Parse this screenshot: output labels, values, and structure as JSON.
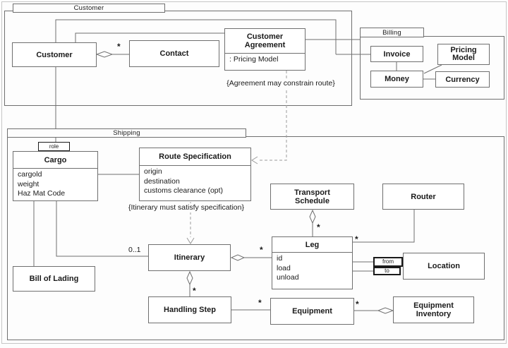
{
  "packages": {
    "customer": {
      "label": "Customer"
    },
    "billing": {
      "label": "Billing"
    },
    "shipping": {
      "label": "Shipping"
    }
  },
  "classes": {
    "customer": {
      "name": "Customer"
    },
    "contact": {
      "name": "Contact"
    },
    "customer_agreement": {
      "name": "Customer\nAgreement",
      "attrs": [
        ": Pricing Model"
      ]
    },
    "invoice": {
      "name": "Invoice"
    },
    "pricing_model": {
      "name": "Pricing\nModel"
    },
    "money": {
      "name": "Money"
    },
    "currency": {
      "name": "Currency"
    },
    "cargo": {
      "name": "Cargo",
      "attrs": [
        "cargold",
        "weight",
        "Haz Mat Code"
      ]
    },
    "route_specification": {
      "name": "Route Specification",
      "attrs": [
        "origin",
        "destination",
        "customs clearance (opt)"
      ]
    },
    "transport_schedule": {
      "name": "Transport\nSchedule"
    },
    "router": {
      "name": "Router"
    },
    "leg": {
      "name": "Leg",
      "attrs": [
        "id",
        "load",
        "unload"
      ]
    },
    "location": {
      "name": "Location"
    },
    "itinerary": {
      "name": "Itinerary"
    },
    "bill_of_lading": {
      "name": "Bill of Lading"
    },
    "handling_step": {
      "name": "Handling Step"
    },
    "equipment": {
      "name": "Equipment"
    },
    "equipment_inventory": {
      "name": "Equipment\nInventory"
    }
  },
  "notes": {
    "agreement_constraint": "{Agreement may constrain route}",
    "itinerary_constraint": "{Itinerary must satisfy specification}"
  },
  "labels": {
    "role": "role",
    "from": "from",
    "to": "to",
    "mult_customer_contact": "*",
    "mult_cargo_itinerary": "0..1",
    "mult_itinerary_leg": "*",
    "mult_schedule_leg": "*",
    "mult_router_leg": "*",
    "mult_itinerary_handling": "*",
    "mult_handling_equipment": "*",
    "mult_equipment_inventory": "*"
  },
  "colors": {
    "line": "#6f6f6f",
    "dashed_line": "#9a9a9a",
    "text": "#1a1a1a",
    "box_fill": "#ffffff",
    "bold_border": "#1a1a1a",
    "background": "#fdfdfd"
  }
}
